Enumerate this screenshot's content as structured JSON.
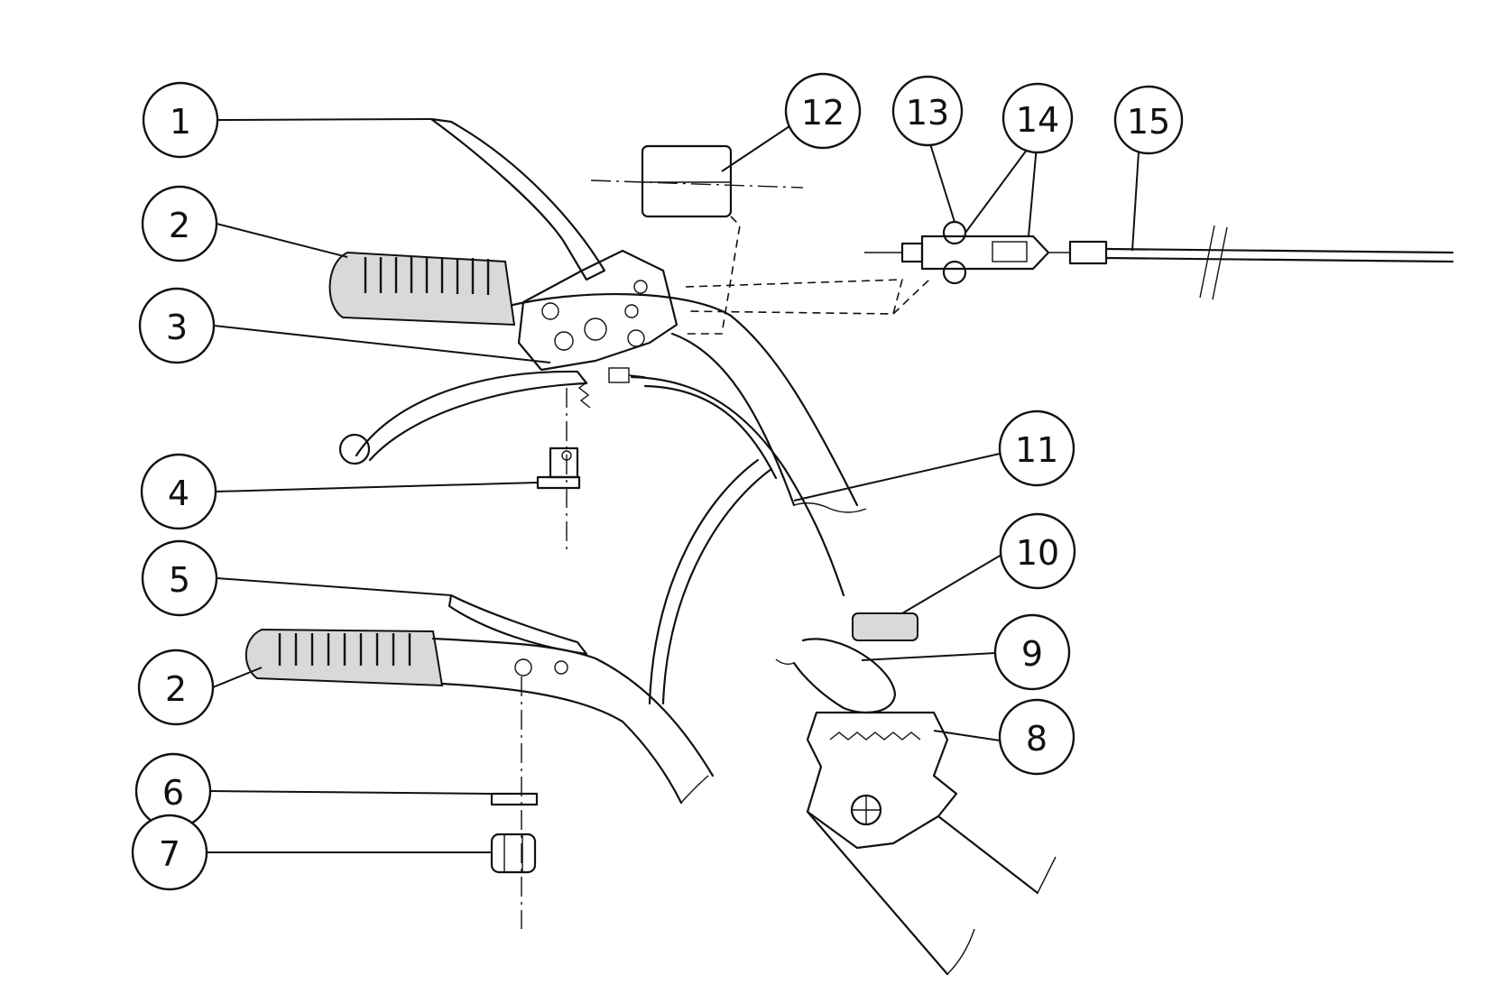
{
  "callouts": [
    {
      "label": "1"
    },
    {
      "label": "2"
    },
    {
      "label": "3"
    },
    {
      "label": "4"
    },
    {
      "label": "5"
    },
    {
      "label": "2"
    },
    {
      "label": "6"
    },
    {
      "label": "7"
    },
    {
      "label": "12"
    },
    {
      "label": "13"
    },
    {
      "label": "14"
    },
    {
      "label": "15"
    },
    {
      "label": "11"
    },
    {
      "label": "10"
    },
    {
      "label": "9"
    },
    {
      "label": "8"
    }
  ]
}
